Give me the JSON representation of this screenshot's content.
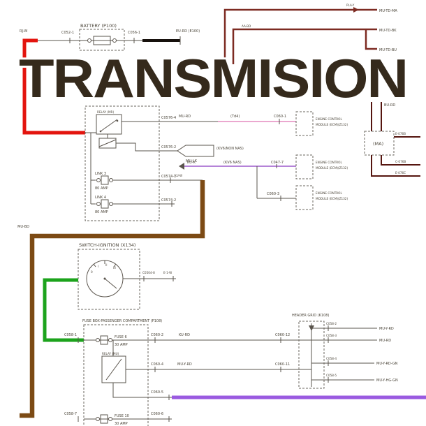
{
  "diagram_title": "TRANSMISION",
  "colors": {
    "power_red": "#e3140e",
    "wire_black": "#17110d",
    "wire_brown": "#7c4a14",
    "wire_green": "#1ca31c",
    "wire_purple": "#9a5ae0",
    "wire_maroon": "#7d2b22",
    "wire_dark_red": "#55150f",
    "wire_pink": "#eba8cf",
    "wire_violet": "#b583d8"
  },
  "battery": {
    "name": "BATTERY (P100)",
    "wire_in": "RJ-W",
    "conn_in": "C052-1",
    "conn_out": "C056-1",
    "ground": "EU-RD (E100)"
  },
  "top_harness": {
    "conn": "PLA-Y",
    "wire_1": "MU-TD-MA",
    "wire_2": "MU-TD-BK",
    "wire_3": "MU-TD-BU",
    "branch": "AA-BD"
  },
  "right_branch": {
    "wire": "BU-RD",
    "module": "(MA)",
    "out_1": "E-076B",
    "out_2": "C-076B",
    "out_3": "E-076C"
  },
  "relay_module": {
    "relay": "RELAY (MR)",
    "link3_name": "LINK 3",
    "link3_rating": "80 AMP",
    "link4_name": "LINK 4",
    "link4_rating": "80 AMP",
    "conn_relay_out": "C0576-4",
    "conn_coil_out": "C0576-2",
    "conn_link3_out": "C0574-1",
    "conn_link4_out": "C0574-2",
    "wire_td_name": "MU-RD",
    "wire_td_note": "(Td4)",
    "wire_td_conn": "C060-1",
    "wire_kv6non_name": "MU-LK",
    "wire_kv6non_note": "(KV6/NON NAS)",
    "wire_kv6_name": "KU-K",
    "wire_kv6_note": "(KV6 NAS)",
    "wire_kv6_conn": "C047-7",
    "wire_link3_out": "KU-W",
    "conn_module3": "C060-3",
    "wire_brown": "MU-BD"
  },
  "ecm": {
    "line_1": "ENGINE CONTROL",
    "line_2": "MODULE (ECM)(Z132)"
  },
  "ignition_switch": {
    "name": "SWITCH-IGNITION (X134)",
    "conn_out": "C0504-8",
    "wire_out": "E-1-W",
    "pos_0": "0",
    "pos_1": "I",
    "pos_2": "II",
    "pos_3": "III"
  },
  "fuse_box": {
    "name": "FUSE BOX-PASSENGER COMPARTMENT (P108)",
    "fuse6_name": "FUSE 6",
    "fuse6_rating": "30 AMP",
    "relay": "RELAY (MU)",
    "fuse10_name": "FUSE 10",
    "fuse10_rating": "30 AMP",
    "conn_in_top": "C058-1",
    "conn_in_bottom": "C058-7",
    "conn_out_top": "C060-2",
    "conn_out_mid": "C060-4",
    "conn_out_purple": "C060-5",
    "conn_out_bottom": "C060-6",
    "wire_top": "KU-RD",
    "wire_mid": "MU-Y-RD",
    "conn_far_top": "C060-12",
    "conn_far_mid": "C060-11"
  },
  "header_grid": {
    "name": "HEADER GRID (K108)",
    "rows": [
      {
        "conn": "C058-2",
        "wire": "MU-Y-RD"
      },
      {
        "conn": "C058-3",
        "wire": "MU-RD"
      },
      {
        "conn": "C058-4",
        "wire": "MU-Y-RD-GN"
      },
      {
        "conn": "C058-5",
        "wire": "MU-Y-HG-GN"
      }
    ]
  }
}
